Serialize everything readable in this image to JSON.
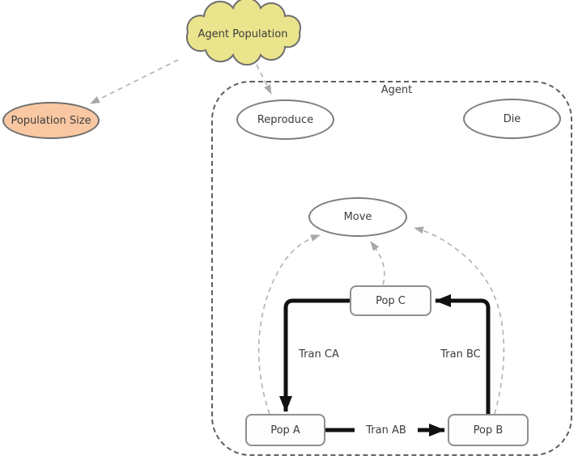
{
  "cloud": {
    "label": "Agent Population",
    "fill": "#eae48c"
  },
  "frame": {
    "label": "Agent"
  },
  "nodes": {
    "population_size": "Population Size",
    "reproduce": "Reproduce",
    "die": "Die",
    "move": "Move",
    "pop_c": "Pop C",
    "pop_a": "Pop A",
    "pop_b": "Pop B"
  },
  "edge_labels": {
    "tran_ca": "Tran CA",
    "tran_bc": "Tran BC",
    "tran_ab": "Tran AB"
  },
  "colors": {
    "cloud_fill": "#eae48c",
    "population_size_fill": "#f9c8a2",
    "node_border": "#7d7d7d",
    "dashed_edge": "#adadad",
    "solid_edge": "#111111",
    "frame_border": "#5f5f5f",
    "text": "#3c3c3c"
  }
}
